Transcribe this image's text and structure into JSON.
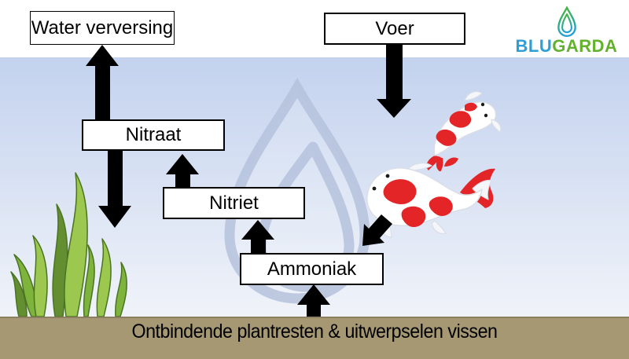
{
  "diagram": {
    "boxes": {
      "water_verversing": "Water verversing",
      "voer": "Voer",
      "nitraat": "Nitraat",
      "nitriet": "Nitriet",
      "ammoniak": "Ammoniak"
    },
    "bottom_label": "Ontbindende plantresten & uitwerpselen vissen"
  },
  "logo": {
    "part1": "BLU",
    "part2": "GARDA"
  },
  "icons": {
    "logo_drop": "water-drop-icon",
    "watermark": "water-drop-watermark",
    "plant": "aquatic-plant",
    "koi_small": "koi-fish-small",
    "koi_large": "koi-fish-large"
  },
  "colors": {
    "water-top": "#c3d2ee",
    "water-bottom": "#f0f3f9",
    "soil": "#a59872",
    "soil-edge": "#8b7f5f",
    "arrow": "#000000",
    "box-bg": "#ffffff",
    "box-border": "#000000",
    "box-text": "#000000",
    "watermark": "#b5c2dc",
    "plant-light": "#9cc84f",
    "plant-mid": "#7fb43c",
    "plant-dark": "#648f31",
    "plant-edge": "#4a7323",
    "koi-red": "#e32528",
    "logo-blu": "#2e9fd6",
    "logo-garda": "#63b22d",
    "logo-drop-green": "#52b331",
    "logo-drop-teal": "#2eb07a",
    "logo-drop-blue": "#229fd6"
  }
}
